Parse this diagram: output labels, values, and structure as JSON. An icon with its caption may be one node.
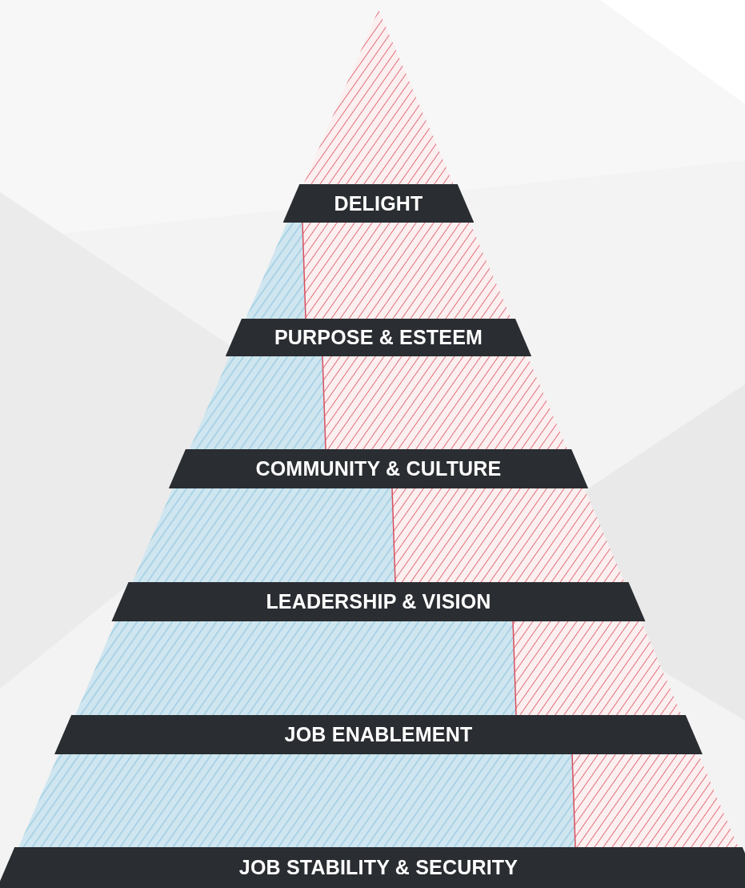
{
  "diagram": {
    "nodes": [
      {
        "text": [
          "DELIGHT"
        ]
      },
      {
        "text": [
          "PURPOSE & ESTEEM"
        ]
      },
      {
        "text": [
          "COMMUNITY & CULTURE"
        ]
      },
      {
        "text": [
          "LEADERSHIP & VISION"
        ]
      },
      {
        "text": [
          "JOB ENABLEMENT"
        ]
      },
      {
        "text": [
          "JOB STABILITY & SECURITY"
        ]
      }
    ]
  }
}
